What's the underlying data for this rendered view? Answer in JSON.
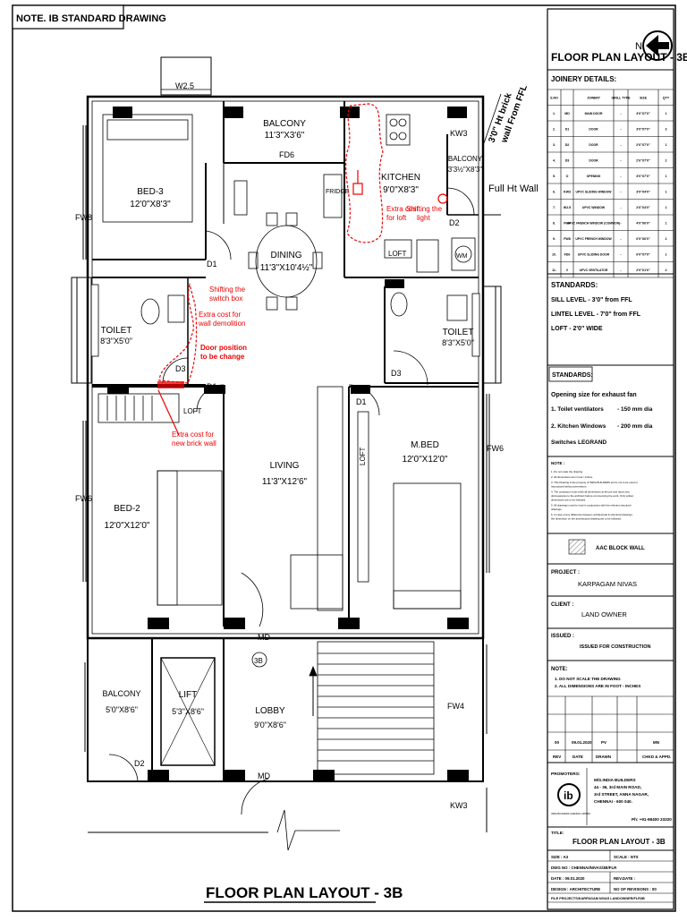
{
  "note_box": "NOTE. IB STANDARD DRAWING",
  "drawing_title": "FLOOR PLAN LAYOUT - 3B",
  "north_label": "N",
  "height_note": [
    "3'0\" Ht brick",
    "wall From FFL"
  ],
  "full_ht_wall": "Full Ht Wall",
  "rooms": {
    "balcony_top": {
      "name": "BALCONY",
      "dim": "11'3\"X3'6\""
    },
    "bed3": {
      "name": "BED-3",
      "dim": "12'0\"X8'3\""
    },
    "kitchen": {
      "name": "KITCHEN",
      "dim": "9'0\"X8'3\""
    },
    "balcony_kitchen": {
      "name": "BALCONY",
      "dim": "3'3½\"X8'3\""
    },
    "dining": {
      "name": "DINING",
      "dim": "11'3\"X10'4½\""
    },
    "toilet_left": {
      "name": "TOILET",
      "dim": "8'3\"X5'0\""
    },
    "toilet_right": {
      "name": "TOILET",
      "dim": "8'3\"X5'0\""
    },
    "living": {
      "name": "LIVING",
      "dim": "11'3\"X12'6\""
    },
    "mbed": {
      "name": "M.BED",
      "dim": "12'0\"X12'0\""
    },
    "bed2": {
      "name": "BED-2",
      "dim": "12'0\"X12'0\""
    },
    "balcony_bottom": {
      "name": "BALCONY",
      "dim": "5'0\"X8'6\""
    },
    "lift": {
      "name": "LIFT",
      "dim": "5'3\"X8'6\""
    },
    "lobby": {
      "name": "LOBBY",
      "dim": "9'0\"X8'6\""
    }
  },
  "tags": {
    "w25": "W2.5",
    "fd6": "FD6",
    "fridge": "FRIDGE",
    "wm": "WM",
    "kw3": "KW3",
    "d1": "D1",
    "d2": "D2",
    "d3": "D3",
    "loft": "LOFT",
    "md": "MD",
    "fw8": "FW8",
    "fw6": "FW6",
    "fw4": "FW4",
    "unit": "3B"
  },
  "annotations": {
    "extra_loft": [
      "Extra cost",
      "for loft"
    ],
    "shift_light": [
      "Shifting the",
      "light"
    ],
    "shift_switch": [
      "Shifting the",
      "switch box"
    ],
    "wall_demo": [
      "Extra cost for",
      "wall demolition"
    ],
    "door_change": [
      "Door position",
      "to be change"
    ],
    "new_brick": [
      "Extra cost for",
      "new brick wall"
    ]
  },
  "legend": {
    "title": "FLOOR PLAN LAYOUT - 3B",
    "joinery_title": "JOINERY DETAILS:",
    "headers": [
      "S.NO",
      "",
      "JOINERY",
      "GRILL TYPE",
      "SIZE",
      "QTY"
    ],
    "rows": [
      [
        "1.",
        "MD",
        "MAIN DOOR",
        "-",
        "3'6\"X7'0\"",
        "1"
      ],
      [
        "2.",
        "D1",
        "DOOR",
        "-",
        "3'0\"X7'0\"",
        "3"
      ],
      [
        "3.",
        "D2",
        "DOOR",
        "-",
        "2'6\"X7'0\"",
        "1"
      ],
      [
        "4.",
        "D3",
        "DOOR",
        "-",
        "2'6\"X7'0\"",
        "2"
      ],
      [
        "5.",
        "O",
        "OPENING",
        "-",
        "3'0\"X7'0\"",
        "1"
      ],
      [
        "6.",
        "KW3",
        "UPVC SLIDING WINDOW",
        "-",
        "3'0\"X4'0\"",
        "1"
      ],
      [
        "7.",
        "W2.5",
        "UPVC WINDOW",
        "-",
        "2'6\"X4'0\"",
        "1"
      ],
      [
        "8.",
        "FW4",
        "UPVC FRENCH WINDOW (COMMON)",
        "-",
        "4'0\"X6'0\"",
        "1"
      ],
      [
        "9.",
        "FW8",
        "UPVC FRENCH WINDOW",
        "-",
        "6'0\"X6'0\"",
        "2"
      ],
      [
        "10.",
        "FD6",
        "UPVC SLIDING DOOR",
        "-",
        "6'0\"X7'0\"",
        "1"
      ],
      [
        "11.",
        "V",
        "UPVC VENTILATOR",
        "-",
        "2'0\"X1'6\"",
        "2"
      ]
    ],
    "standards_title": "STANDARDS:",
    "standards": [
      "SILL LEVEL - 3'0\" from FFL",
      "LINTEL LEVEL - 7'0\" from FFL",
      "LOFT - 2'0\" WIDE"
    ],
    "standards2_title": "STANDARDS:",
    "fan_title": "Opening size for exhaust fan",
    "fan_rows": [
      [
        "1. Toilet ventilators",
        "- 150 mm dia"
      ],
      [
        "2. Kitchen Windows",
        "- 200 mm dia"
      ]
    ],
    "switches": "Switches LEGRAND",
    "note_label": "NOTE :",
    "notes": [
      "1.   Do not scale the drawing.",
      "2.   All dimensions are in feet / inches.",
      "3.   This Drawing is the property of INDIA BUILDERS and is not to be used or reproduced without permission.",
      "4.   The contractor must verify all dimensions at the job and report any discrepancies to the architect before commencing the work. Only written dimensions are to be followed.",
      "5.   All drawings must be read in conjunction with the relevant structural drawings.",
      "6.   In case of any difference between architectural & structural drawings, the dimension on the architectural drawing are to be followed."
    ],
    "aac": "AAC BLOCK WALL",
    "project_label": "PROJECT :",
    "project": "KARPAGAM NIVAS",
    "client_label": "CLIENT :",
    "client": "LAND OWNER",
    "issued_label": "ISSUED :",
    "issued": "ISSUED FOR CONSTRUCTION",
    "note2_label": "NOTE:",
    "notes2": [
      "1.   DO NOT SCALE THE DRAWING",
      "2.   ALL DIMENSIONS ARE IN FOOT - INCHES"
    ],
    "rev_row": [
      "00",
      "09.01.2020",
      "PV",
      "",
      "MN"
    ],
    "rev_head": [
      "REV",
      "DATE",
      "DRAWN",
      "",
      "CHKD & APPD."
    ],
    "promoters_label": "PROMOTERS:",
    "promoter_logo": "ib",
    "promoter_tag": "INDIA BUILDERS CHENNAI LIMITED",
    "promoter_address": [
      "M/S.INDIA BUILDERS",
      "44 - 36, 3rd MAIN ROAD,",
      "3rd STREET, ANNA NAGAR,",
      "CHENNAI - 600 040."
    ],
    "promoter_phone": "Ph: +91-98400 33320",
    "title_label": "TITLE:",
    "size_label": "SIZE : A3",
    "scale_label": "SCALE : NTS",
    "dwg_no": "DWG NO : CHENNAI/NIVAS/3B/FLR",
    "date_label": "DATE : 09.01.2020",
    "rev_date": "REV.DATE :",
    "design": "DESIGN :   ARCHITECTURE",
    "revisions": "NO OF REVISIONS : 00",
    "file": "FILE PROJECTS/KARPAGAM NIVAS LANDOWNER/FLR3B"
  }
}
